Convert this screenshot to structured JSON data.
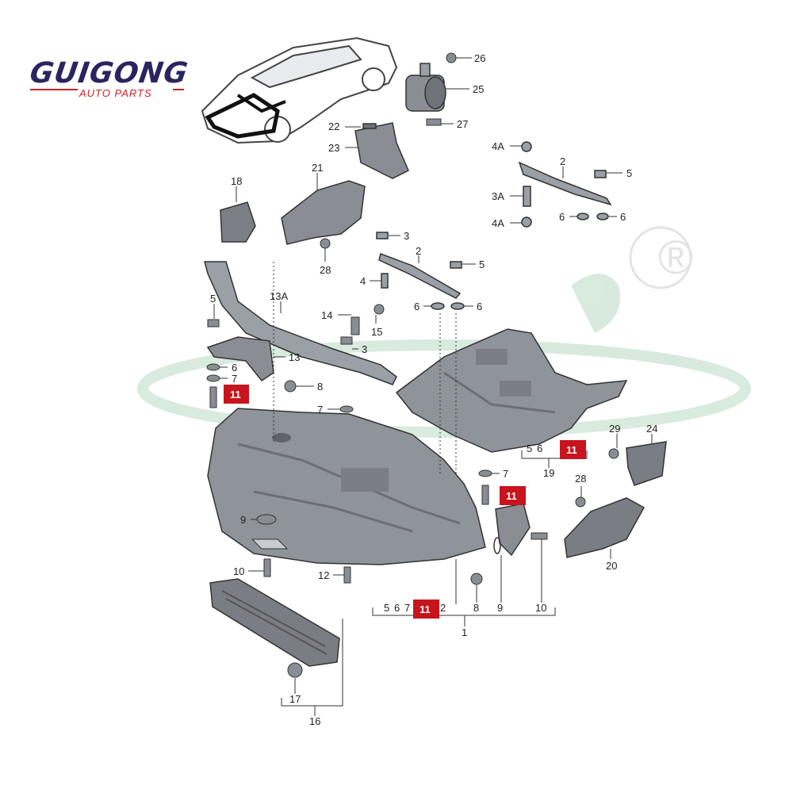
{
  "brand": {
    "name": "GUIGONG",
    "subtitle": "AUTO PARTS",
    "registered_mark": "®"
  },
  "colors": {
    "brand_navy": "#2a2560",
    "brand_red": "#d0202a",
    "highlight": "#c8141c",
    "part_fill": "#8a8e94",
    "line": "#333333"
  },
  "part_labels": {
    "p26": "26",
    "p25": "25",
    "p27": "27",
    "p22": "22",
    "p23": "23",
    "p4A_top": "4A",
    "p2_top": "2",
    "p5_top": "5",
    "p3A": "3A",
    "p4A_bot": "4A",
    "p6_top_a": "6",
    "p6_top_b": "6",
    "p21": "21",
    "p18": "18",
    "p28_top": "28",
    "p3_mid": "3",
    "p2_mid": "2",
    "p5_mid": "5",
    "p4_mid": "4",
    "p6_mid_a": "6",
    "p6_mid_b": "6",
    "p13A": "13A",
    "p5_left": "5",
    "p14": "14",
    "p15": "15",
    "p3_low": "3",
    "p13": "13",
    "p6_left": "6",
    "p7_left": "7",
    "p8_top": "8",
    "p7_center": "7",
    "p29": "29",
    "p24": "24",
    "p5_19": "5",
    "p6_19": "6",
    "p19": "19",
    "p7_right": "7",
    "p28_right": "28",
    "p20": "20",
    "p9_left": "9",
    "p10_left": "10",
    "p12": "12",
    "p5_bottom": "5",
    "p6_bottom": "6",
    "p7_bottom": "7",
    "p2_bottom": "2",
    "p1": "1",
    "p8_bottom": "8",
    "p9_bottom": "9",
    "p10_bottom": "10",
    "p17": "17",
    "p16": "16"
  },
  "highlighted_labels": {
    "h11_left": "11",
    "h11_19": "11",
    "h11_mid": "11",
    "h11_bottom": "11"
  }
}
